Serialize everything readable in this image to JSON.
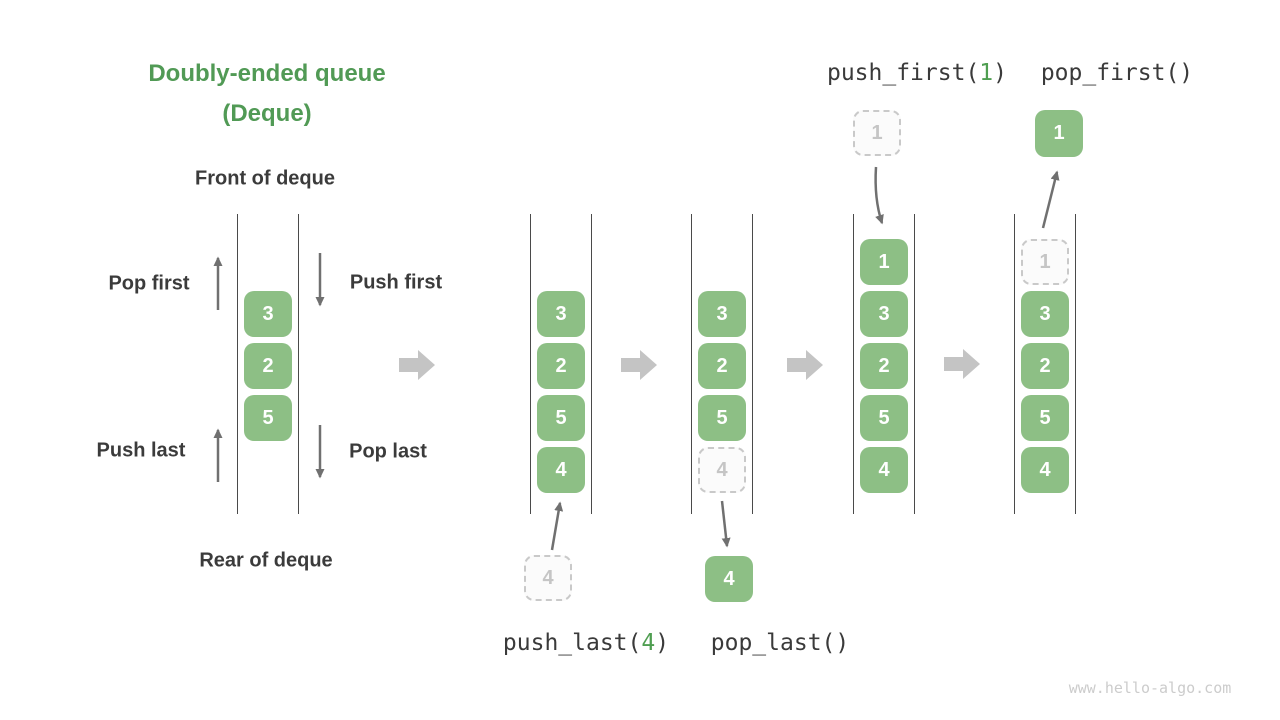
{
  "title": {
    "line1": "Doubly-ended queue",
    "line2": "(Deque)"
  },
  "left_diagram": {
    "front_label": "Front of deque",
    "rear_label": "Rear of deque",
    "pop_first_label": "Pop first",
    "push_first_label": "Push first",
    "push_last_label": "Push last",
    "pop_last_label": "Pop last"
  },
  "operations": {
    "push_first": {
      "pre": "push_first(",
      "arg": "1",
      "post": ")"
    },
    "pop_first": {
      "label": "pop_first()"
    },
    "push_last": {
      "pre": "push_last(",
      "arg": "4",
      "post": ")"
    },
    "pop_last": {
      "label": "pop_last()"
    }
  },
  "queues": {
    "initial": [
      "3",
      "2",
      "5"
    ],
    "after_push_last": [
      "3",
      "2",
      "5",
      "4"
    ],
    "during_pop_last": [
      "3",
      "2",
      "5"
    ],
    "after_push_first": [
      "1",
      "3",
      "2",
      "5",
      "4"
    ],
    "during_pop_first": [
      "3",
      "2",
      "5",
      "4"
    ]
  },
  "floating": {
    "push_last_incoming": "4",
    "pop_last_ghost": "4",
    "pop_last_outgoing": "4",
    "push_first_incoming": "1",
    "pop_first_ghost": "1",
    "pop_first_outgoing": "1"
  },
  "colors": {
    "cell_green": "#8dbf85",
    "title_green": "#519a55",
    "code_arg_green": "#4f9e51",
    "label_dark": "#3b3b3b",
    "arrow_gray": "#707070",
    "step_arrow_gray": "#c4c4c4",
    "ghost_border": "#c9c9c9",
    "wall_gray": "#4a4a4a",
    "watermark_gray": "#cccccc"
  },
  "watermark": "www.hello-algo.com"
}
